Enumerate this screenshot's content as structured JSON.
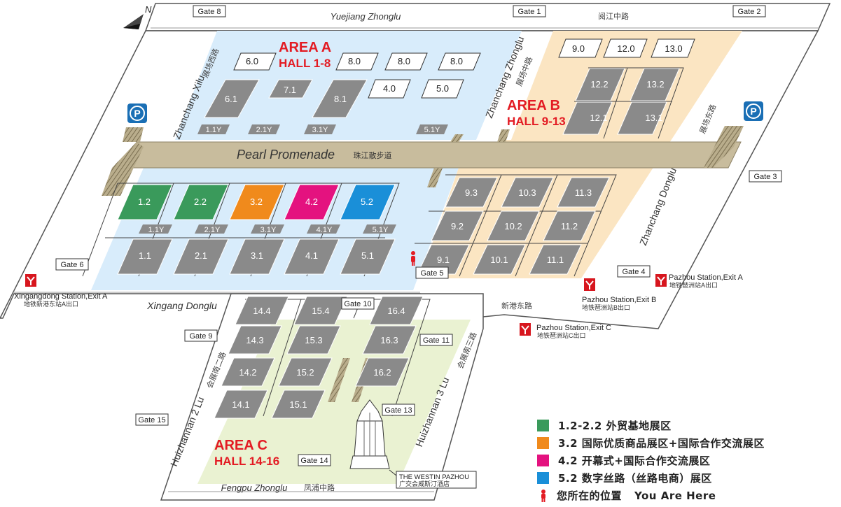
{
  "compass": {
    "label": "N"
  },
  "roads": {
    "yuejiang_en": "Yuejiang Zhonglu",
    "yuejiang_cn": "阅江中路",
    "xingang_en": "Xingang Donglu",
    "xingang_cn": "新港东路",
    "zhanchang_xilu_en": "Zhanchang Xilu",
    "zhanchang_xilu_cn": "展场西路",
    "zhanchang_zhonglu_en": "Zhanchang Zhonglu",
    "zhanchang_zhonglu_cn": "展场中路",
    "zhanchang_donglu_en": "Zhanchang Donglu",
    "zhanchang_donglu_cn": "展场东路",
    "pearl_en": "Pearl Promenade",
    "pearl_cn": "珠江散步道",
    "huizhannan2_en": "Huizhannan 2 Lu",
    "huizhannan2_cn": "会展南二路",
    "huizhannan3_en": "Huizhannan 3 Lu",
    "huizhannan3_cn": "会展南三路",
    "fengpu_en": "Fengpu Zhonglu",
    "fengpu_cn": "凤浦中路"
  },
  "areas": {
    "a_title": "AREA A",
    "a_halls": "HALL 1-8",
    "b_title": "AREA B",
    "b_halls": "HALL 9-13",
    "c_title": "AREA C",
    "c_halls": "HALL 14-16"
  },
  "gates": [
    "Gate 8",
    "Gate 1",
    "Gate 2",
    "Gate 3",
    "Gate 4",
    "Gate 5",
    "Gate 6",
    "Gate 9",
    "Gate 10",
    "Gate 11",
    "Gate 13",
    "Gate 14",
    "Gate 15"
  ],
  "halls": {
    "a_top": [
      "6.0",
      "8.0",
      "8.0",
      "8.0",
      "4.0",
      "5.0"
    ],
    "a_mid": [
      "6.1",
      "7.1",
      "8.1"
    ],
    "a_y_top": [
      "1.1Y",
      "2.1Y",
      "3.1Y",
      "5.1Y"
    ],
    "a_color": [
      "1.2",
      "2.2",
      "3.2",
      "4.2",
      "5.2"
    ],
    "a_y_low": [
      "1.1Y",
      "2.1Y",
      "3.1Y",
      "4.1Y",
      "5.1Y"
    ],
    "a_low": [
      "1.1",
      "2.1",
      "3.1",
      "4.1",
      "5.1"
    ],
    "b_top": [
      "9.0",
      "12.0",
      "13.0"
    ],
    "b_upper": [
      "12.2",
      "13.2",
      "12.1",
      "13.1"
    ],
    "b_lower": [
      "9.3",
      "10.3",
      "11.3",
      "9.2",
      "10.2",
      "11.2",
      "9.1",
      "10.1",
      "11.1"
    ],
    "c_grid": [
      "14.4",
      "15.4",
      "16.4",
      "14.3",
      "15.3",
      "16.3",
      "14.2",
      "15.2",
      "16.2",
      "14.1",
      "15.1"
    ]
  },
  "stations": {
    "xingangdong_en": "Xingangdong Station,Exit A",
    "xingangdong_cn": "地铁新港东站A出口",
    "pazhou_a_en": "Pazhou Station,Exit A",
    "pazhou_a_cn": "地铁琶洲站A出口",
    "pazhou_b_en": "Pazhou Station,Exit B",
    "pazhou_b_cn": "地铁琶洲站B出口",
    "pazhou_c_en": "Pazhou Station,Exit C",
    "pazhou_c_cn": "地铁琶洲站C出口"
  },
  "parking": {
    "label": "P"
  },
  "hotel": {
    "name_en": "THE WESTIN PAZHOU",
    "name_cn": "广交会威斯汀酒店"
  },
  "legend": [
    {
      "color": "#3a9a5b",
      "label": "1.2-2.2 外贸基地展区"
    },
    {
      "color": "#f08a1c",
      "label": "3.2 国际优质商品展区+国际合作交流展区"
    },
    {
      "color": "#e4127f",
      "label": "4.2 开幕式+国际合作交流展区"
    },
    {
      "color": "#1a8fd8",
      "label": "5.2 数字丝路（丝路电商）展区"
    }
  ],
  "you_are_here": {
    "cn": "您所在的位置",
    "en": "You Are Here"
  },
  "colors": {
    "area_a": "#d8ecfb",
    "area_b": "#fbe5c2",
    "area_c": "#eaf2d2",
    "promenade": "#c8bc9d",
    "hall_gray": "#8a8a8a",
    "metro_red": "#d7161e"
  }
}
